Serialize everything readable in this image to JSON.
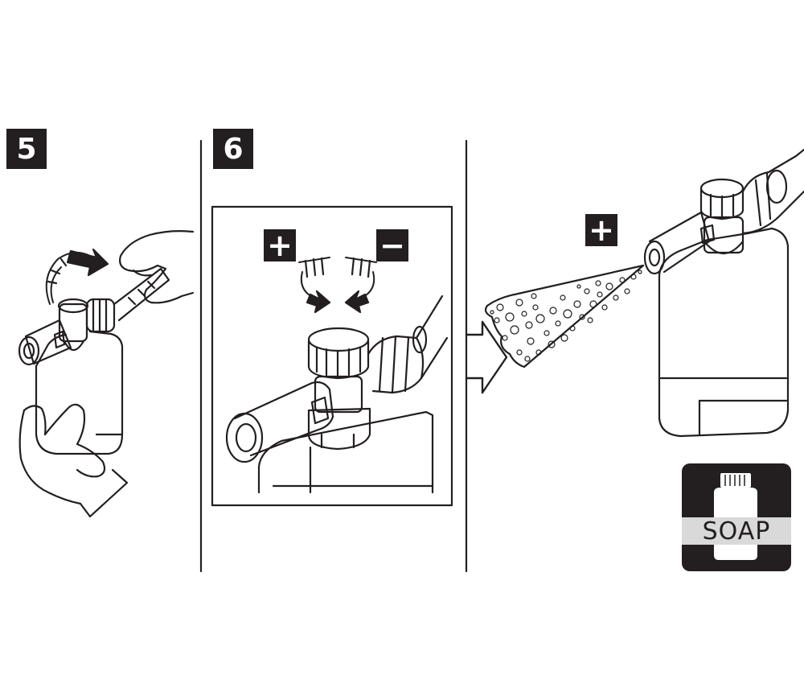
{
  "steps": [
    {
      "number": "5"
    },
    {
      "number": "6"
    }
  ],
  "signs": {
    "increase": "+",
    "decrease": "−",
    "spray": "+"
  },
  "icons": [
    "arrow-icon",
    "rotate-icon",
    "hand-icon",
    "foam-nozzle-icon",
    "soap-bottle-icon"
  ],
  "soap_icon": {
    "label": "SOAP"
  },
  "colors": {
    "ink": "#231f20",
    "badge_bg": "#231f20",
    "soap_band": "#d9d9d9"
  }
}
